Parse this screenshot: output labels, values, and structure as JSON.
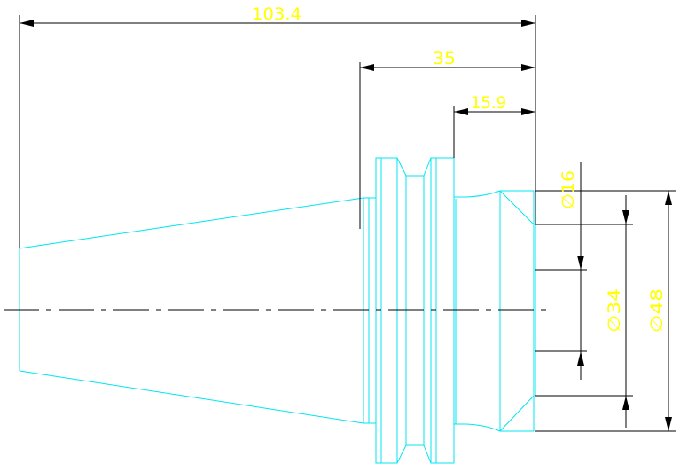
{
  "drawing": {
    "colors": {
      "geometry": "#00e5f0",
      "dimension_lines": "#000000",
      "dimension_text": "#ffff00",
      "background": "#ffffff"
    },
    "dimensions": {
      "overall_length": "103.4",
      "flange_length": "35",
      "end_length": "15.9",
      "bore_diameter": "∅16",
      "recess_diameter": "∅34",
      "outer_diameter": "∅48"
    }
  }
}
